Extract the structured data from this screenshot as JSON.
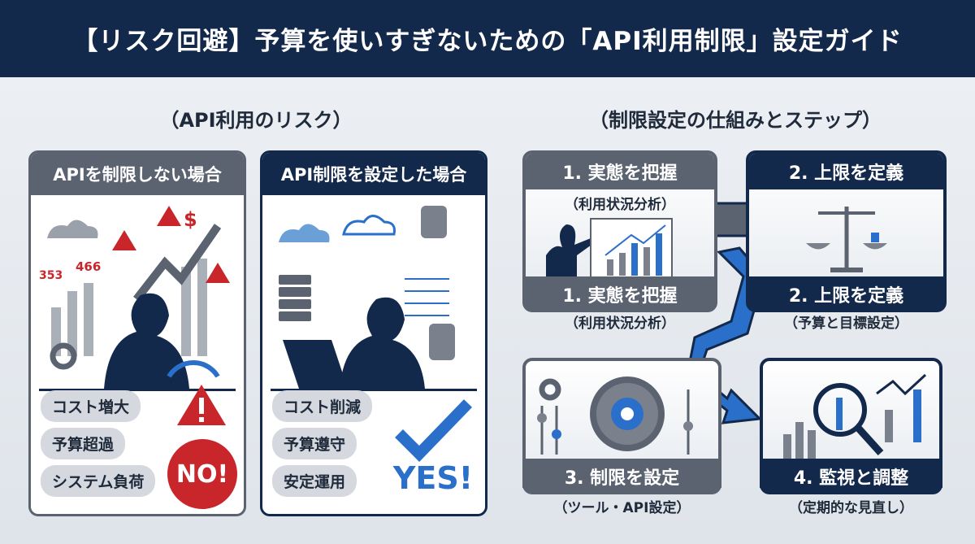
{
  "title": "【リスク回避】予算を使いすぎないための「API利用制限」設定ガイド",
  "left": {
    "subtitle": "（API利用のリスク）",
    "no_limit": {
      "header": "APIを制限しない場合",
      "tags": [
        "コスト増大",
        "予算超過",
        "システム負荷"
      ],
      "verdict": "NO!",
      "chart_labels": [
        "353",
        "466"
      ]
    },
    "with_limit": {
      "header": "API制限を設定した場合",
      "tags": [
        "コスト削減",
        "予算遵守",
        "安定運用"
      ],
      "verdict": "YES!"
    }
  },
  "right": {
    "subtitle": "（制限設定の仕組みとステップ）",
    "steps": [
      {
        "title": "1. 実態を把握",
        "desc": "（利用状況分析）",
        "label": "1. 実態を把握",
        "label_desc": "（利用状況分析）"
      },
      {
        "title": "2. 上限を定義",
        "label": "2. 上限を定義",
        "label_desc": "（予算と目標設定）"
      },
      {
        "label": "3. 制限を設定",
        "label_desc": "（ツール・API設定）"
      },
      {
        "label": "4. 監視と調整",
        "label_desc": "（定期的な見直し）"
      }
    ]
  },
  "colors": {
    "navy": "#13294b",
    "gray": "#5b6270",
    "red": "#c8262b",
    "blue": "#2a6fc9"
  }
}
